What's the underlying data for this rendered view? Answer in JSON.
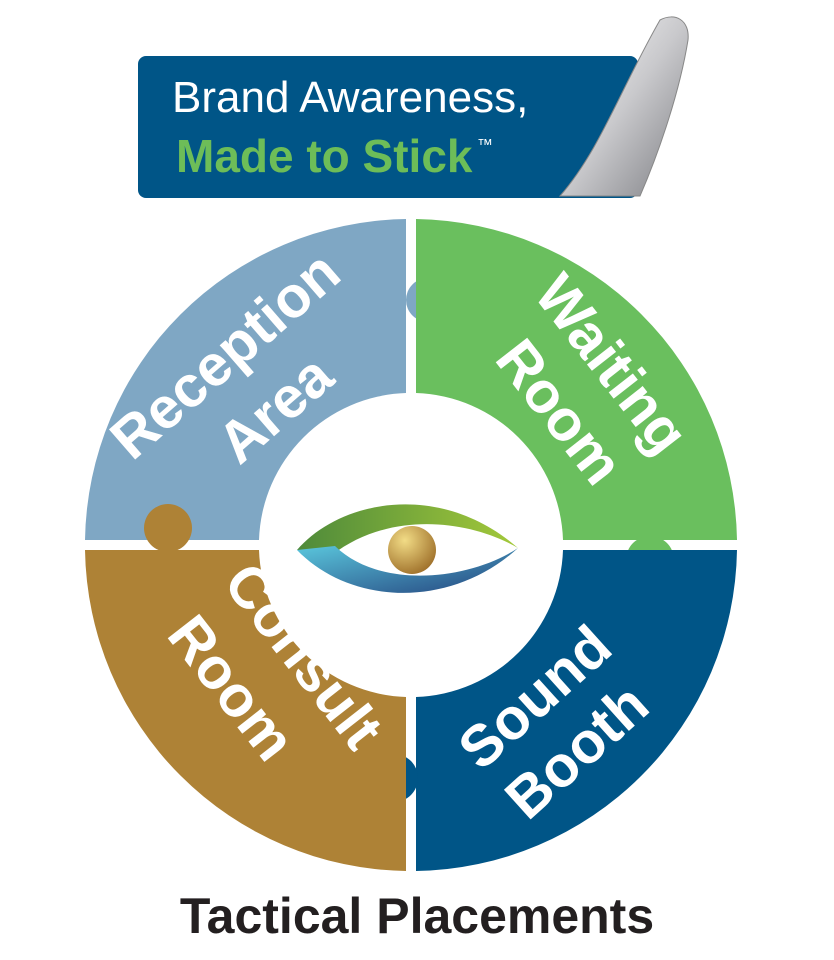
{
  "banner": {
    "line1": "Brand Awareness,",
    "line2": "Made to Stick",
    "trademark": "™",
    "background_color": "#005587",
    "line2_color": "#6dbd58"
  },
  "segments": [
    {
      "line1": "Reception",
      "line2": "Area",
      "color": "#7fa7c4"
    },
    {
      "line1": "Waiting",
      "line2": "Room",
      "color": "#6abf5e"
    },
    {
      "line1": "Sound",
      "line2": "Booth",
      "color": "#005587"
    },
    {
      "line1": "Consult",
      "line2": "Room",
      "color": "#ae8236"
    }
  ],
  "center_icon": "eye-icon",
  "title": "Tactical Placements"
}
